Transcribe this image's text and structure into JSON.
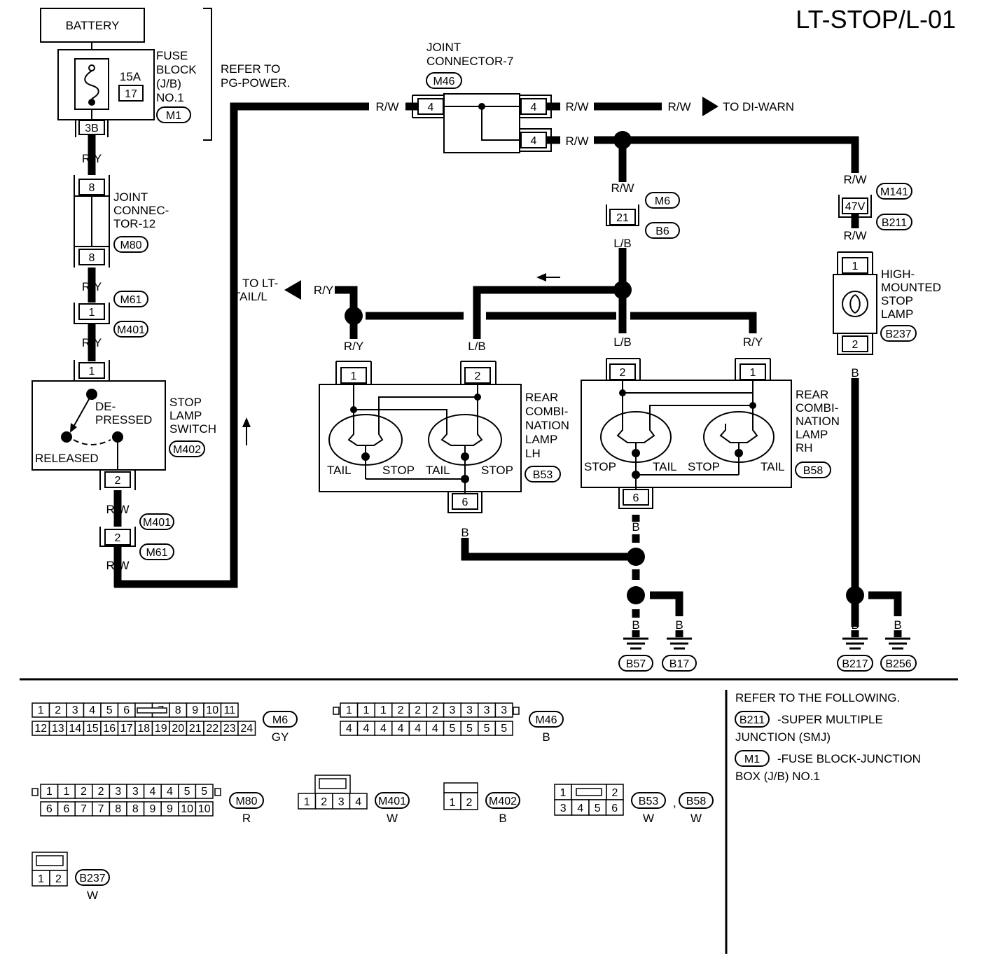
{
  "title": "LT-STOP/L-01",
  "battery": "BATTERY",
  "fuse": {
    "amp": "15A",
    "num": "17",
    "label": [
      "FUSE",
      "BLOCK",
      "(J/B)",
      "NO.1"
    ],
    "conn": "M1",
    "pin": "3B"
  },
  "refer_pg": [
    "REFER TO",
    "PG-POWER."
  ],
  "joint12": {
    "label": [
      "JOINT",
      "CONNEC-",
      "TOR-12"
    ],
    "conn": "M80",
    "pin_top": "8",
    "pin_bot": "8"
  },
  "joint7": {
    "label": [
      "JOINT",
      "CONNECTOR-7"
    ],
    "conn": "M46",
    "pin_in": "4",
    "pin_out1": "4",
    "pin_out2": "4"
  },
  "to_diwarn": "TO DI-WARN",
  "to_lt_tail": [
    "TO LT-",
    "TAIL/L"
  ],
  "stop_switch": {
    "label": [
      "STOP",
      "LAMP",
      "SWITCH"
    ],
    "conn": "M402",
    "depressed": [
      "DE-",
      "PRESSED"
    ],
    "released": "RELEASED",
    "pin_in": "1",
    "pin_out": "2"
  },
  "inline_conns": {
    "m61_m401_top": {
      "pin": "1",
      "c1": "M61",
      "c2": "M401"
    },
    "m401_m61_bot": {
      "pin": "2",
      "c1": "M401",
      "c2": "M61"
    },
    "m6_b6": {
      "pin": "21",
      "c1": "M6",
      "c2": "B6"
    },
    "m141_b211": {
      "pin": "47V",
      "c1": "M141",
      "c2": "B211"
    }
  },
  "wire_colors": {
    "ry": "R/Y",
    "rw": "R/W",
    "lb": "L/B",
    "b": "B"
  },
  "rear_lh": {
    "label": [
      "REAR",
      "COMBI-",
      "NATION",
      "LAMP",
      "LH"
    ],
    "conn": "B53",
    "pin1": "1",
    "pin2": "2",
    "pin6": "6",
    "tail": "TAIL",
    "stop": "STOP"
  },
  "rear_rh": {
    "label": [
      "REAR",
      "COMBI-",
      "NATION",
      "LAMP",
      "RH"
    ],
    "conn": "B58",
    "pin1": "1",
    "pin2": "2",
    "pin6": "6",
    "tail": "TAIL",
    "stop": "STOP"
  },
  "hmsl": {
    "label": [
      "HIGH-",
      "MOUNTED",
      "STOP",
      "LAMP"
    ],
    "conn": "B237",
    "pin1": "1",
    "pin2": "2"
  },
  "grounds": [
    "B57",
    "B17",
    "B217",
    "B256"
  ],
  "connector_faces": {
    "m6": {
      "row1": [
        "1",
        "2",
        "3",
        "4",
        "5",
        "6",
        "",
        "7",
        "8",
        "9",
        "10",
        "11"
      ],
      "row2": [
        "12",
        "13",
        "14",
        "15",
        "16",
        "17",
        "18",
        "19",
        "20",
        "21",
        "22",
        "23",
        "24"
      ],
      "name": "M6",
      "color": "GY"
    },
    "m46": {
      "row1": [
        "1",
        "1",
        "1",
        "2",
        "2",
        "2",
        "3",
        "3",
        "3",
        "3"
      ],
      "row2": [
        "4",
        "4",
        "4",
        "4",
        "4",
        "4",
        "5",
        "5",
        "5",
        "5"
      ],
      "name": "M46",
      "color": "B"
    },
    "m80": {
      "row1": [
        "1",
        "1",
        "2",
        "2",
        "3",
        "3",
        "4",
        "4",
        "5",
        "5"
      ],
      "row2": [
        "6",
        "6",
        "7",
        "7",
        "8",
        "8",
        "9",
        "9",
        "10",
        "10"
      ],
      "name": "M80",
      "color": "R"
    },
    "m401": {
      "row1": [
        "1",
        "2",
        "3",
        "4"
      ],
      "name": "M401",
      "color": "W"
    },
    "m402": {
      "row1": [
        "1",
        "2"
      ],
      "name": "M402",
      "color": "B"
    },
    "b53": {
      "row1": [
        "1",
        "",
        "2"
      ],
      "row2": [
        "3",
        "4",
        "5",
        "6"
      ],
      "name": "B53",
      "name2": "B58",
      "color": "W",
      "color2": "W",
      "sep": ","
    },
    "b237": {
      "row1": [
        "1",
        "2"
      ],
      "name": "B237",
      "color": "W"
    }
  },
  "refer_following": {
    "head": "REFER TO THE FOLLOWING.",
    "items": [
      {
        "conn": "B211",
        "text": [
          "-SUPER MULTIPLE",
          "JUNCTION (SMJ)"
        ]
      },
      {
        "conn": "M1",
        "text": [
          "-FUSE BLOCK-JUNCTION",
          "BOX (J/B) NO.1"
        ]
      }
    ]
  }
}
